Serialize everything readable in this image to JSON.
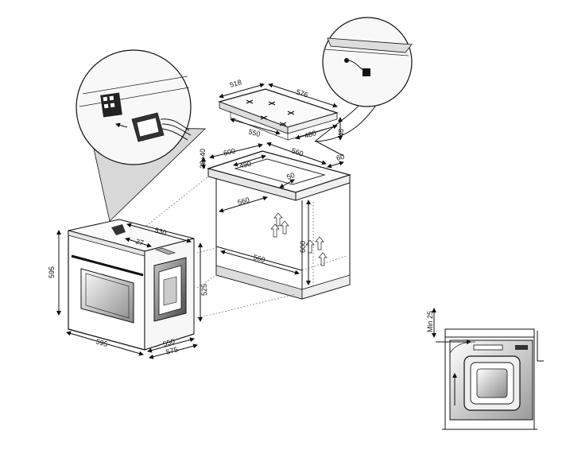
{
  "hob": {
    "dims": [
      "518",
      "576",
      "550",
      "480",
      "48"
    ]
  },
  "cabinet": {
    "dims": [
      "28÷40",
      "600",
      "560",
      "490",
      "50",
      "60",
      "560",
      "600",
      "560"
    ]
  },
  "oven": {
    "dims": [
      "530",
      "27",
      "595",
      "525",
      "595",
      "550",
      "575"
    ]
  },
  "ventilation": {
    "min_label": "Min 25"
  },
  "colors": {
    "line": "#111111",
    "callout": "#cfcfcf"
  }
}
